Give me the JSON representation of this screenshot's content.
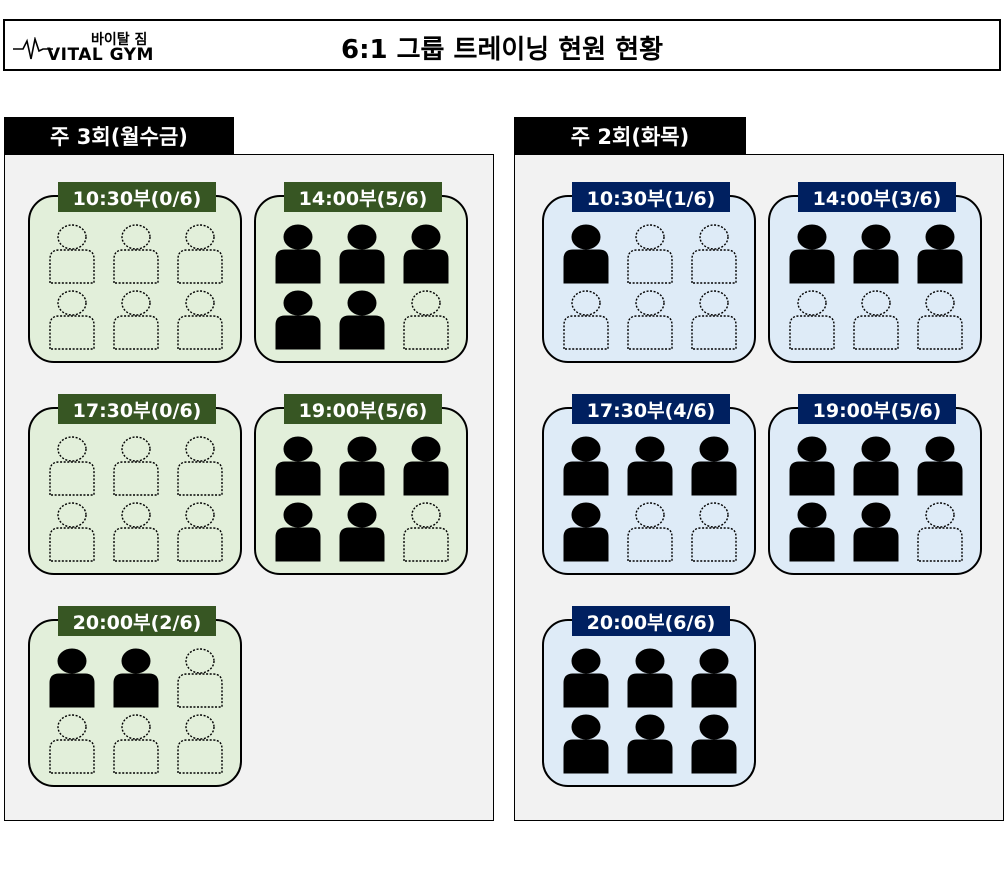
{
  "header": {
    "logo_ko": "바이탈 짐",
    "logo_en": "VITAL GYM",
    "title": "6:1 그룹 트레이닝 현원 현황"
  },
  "panels": [
    {
      "label": "주 3회(월수금)",
      "theme": "green",
      "sessions": [
        {
          "label": "10:30부(0/6)",
          "filled": 0
        },
        {
          "label": "14:00부(5/6)",
          "filled": 5
        },
        {
          "label": "17:30부(0/6)",
          "filled": 0
        },
        {
          "label": "19:00부(5/6)",
          "filled": 5
        },
        {
          "label": "20:00부(2/6)",
          "filled": 2
        }
      ]
    },
    {
      "label": "주 2회(화목)",
      "theme": "blue",
      "sessions": [
        {
          "label": "10:30부(1/6)",
          "filled": 1
        },
        {
          "label": "14:00부(3/6)",
          "filled": 3
        },
        {
          "label": "17:30부(4/6)",
          "filled": 4
        },
        {
          "label": "19:00부(5/6)",
          "filled": 5
        },
        {
          "label": "20:00부(6/6)",
          "filled": 6
        }
      ]
    }
  ],
  "colors": {
    "green_fill": "#e2efda",
    "green_label": "#375623",
    "blue_fill": "#deebf7",
    "blue_label": "#002060",
    "panel_bg": "#f2f2f2"
  }
}
